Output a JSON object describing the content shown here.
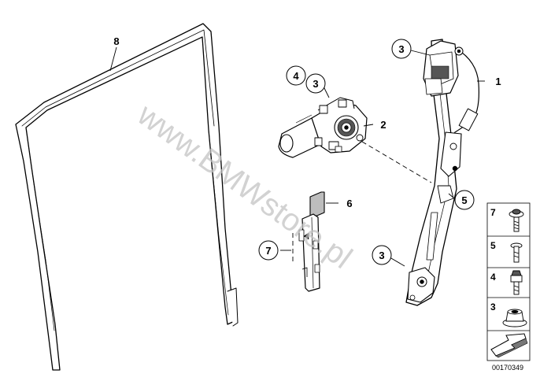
{
  "watermark": "www.BMWstore.pl",
  "callouts": {
    "seal": "8",
    "regulator": "1",
    "motor": "2",
    "guide": "6",
    "guide_screw": "7",
    "motor_screw": "3",
    "motor_bolt": "4",
    "regulator_top_nut": "3",
    "regulator_screw": "5",
    "regulator_bottom_nut": "3"
  },
  "legend": {
    "items": [
      {
        "number": "7",
        "icon": "screw-with-washer-icon"
      },
      {
        "number": "5",
        "icon": "flat-head-screw-icon"
      },
      {
        "number": "4",
        "icon": "hex-bolt-icon"
      },
      {
        "number": "3",
        "icon": "flange-nut-icon"
      }
    ],
    "arrow_icon": "direction-arrow-icon"
  },
  "ref_number": "00170349",
  "colors": {
    "line": "#000000",
    "watermark": "#c4c4c4",
    "part_fill": "#ffffff",
    "shade": "#bdbdbd"
  }
}
